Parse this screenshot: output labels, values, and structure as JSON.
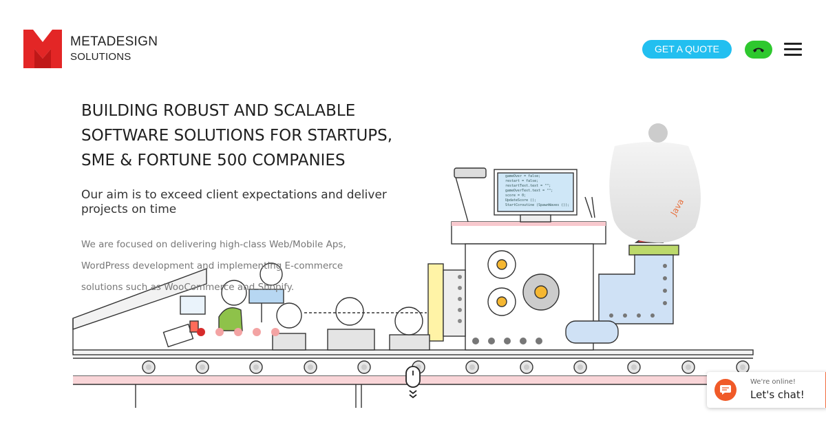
{
  "header": {
    "logo_name": "METADESIGN",
    "logo_sub": "SOLUTIONS",
    "quote_label": "GET A QUOTE",
    "brand_color": "#e32626",
    "quote_color": "#22bff0",
    "call_color": "#2ec82e"
  },
  "hero": {
    "headline": "BUILDING ROBUST AND SCALABLE SOFTWARE SOLUTIONS FOR STARTUPS, SME & FORTUNE 500 COMPANIES",
    "subhead": "Our aim is to exceed client expectations and deliver projects on time",
    "body": "We are focused on delivering high-class Web/Mobile Aps, WordPress development and implementing E-commerce solutions such as WooCommerce and Shopify."
  },
  "illustration": {
    "monitor_code": [
      "gameOver = false;",
      "restart = false;",
      "restartText.text = \"\";",
      "gameOverText.text = \"\";",
      "score = 0;",
      "UpdateScore ();",
      "StartCoroutine (SpawnWaves ());"
    ],
    "java_label": "Java"
  },
  "carousel": {
    "total": 5,
    "active": 0
  },
  "chat": {
    "status": "We're online!",
    "label": "Let's chat!",
    "accent": "#f05a28"
  },
  "icons": {
    "call": "phone-icon",
    "menu": "hamburger-menu-icon",
    "chat": "chat-bubble-icon",
    "scroll": "mouse-scroll-icon"
  }
}
